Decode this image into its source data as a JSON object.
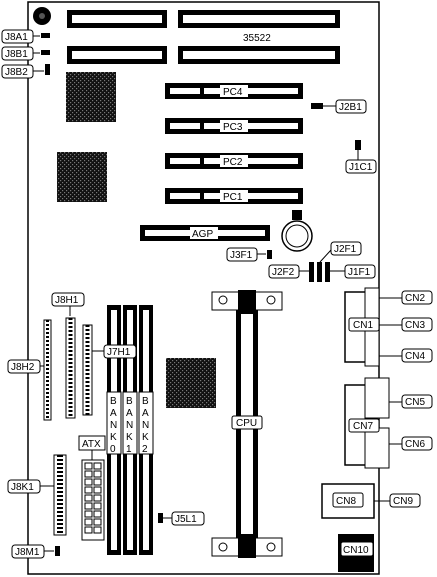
{
  "board": {
    "model": "35522"
  },
  "labels": {
    "j8a1": "J8A1",
    "j8b1": "J8B1",
    "j8b2": "J8B2",
    "j2b1": "J2B1",
    "j1c1": "J1C1",
    "j3f1": "J3F1",
    "j2f1": "J2F1",
    "j2f2": "J2F2",
    "j1f1": "J1F1",
    "j8h1": "J8H1",
    "j7h1": "J7H1",
    "j8h2": "J8H2",
    "j8k1": "J8K1",
    "j5l1": "J5L1",
    "j8m1": "J8M1",
    "atx": "ATX",
    "cpu": "CPU",
    "agp": "AGP",
    "pc1": "PC1",
    "pc2": "PC2",
    "pc3": "PC3",
    "pc4": "PC4",
    "cn1": "CN1",
    "cn2": "CN2",
    "cn3": "CN3",
    "cn4": "CN4",
    "cn5": "CN5",
    "cn6": "CN6",
    "cn7": "CN7",
    "cn8": "CN8",
    "cn9": "CN9",
    "cn10": "CN10"
  },
  "banks": [
    {
      "letters": [
        "B",
        "A",
        "N",
        "K",
        "0"
      ]
    },
    {
      "letters": [
        "B",
        "A",
        "N",
        "K",
        "1"
      ]
    },
    {
      "letters": [
        "B",
        "A",
        "N",
        "K",
        "2"
      ]
    }
  ]
}
